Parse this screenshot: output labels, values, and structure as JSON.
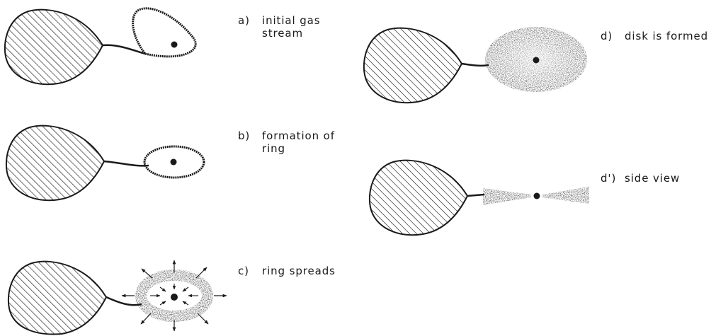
{
  "panels": [
    {
      "tag": "a)",
      "lines": [
        "initial gas",
        "stream"
      ]
    },
    {
      "tag": "b)",
      "lines": [
        "formation of",
        "ring"
      ]
    },
    {
      "tag": "c)",
      "lines": [
        "ring spreads"
      ]
    },
    {
      "tag": "d)",
      "lines": [
        "disk is formed"
      ]
    },
    {
      "tag": "d')",
      "lines": [
        "side view"
      ]
    }
  ],
  "colors": {
    "ink": "#1a1a1a",
    "background": "#ffffff"
  }
}
